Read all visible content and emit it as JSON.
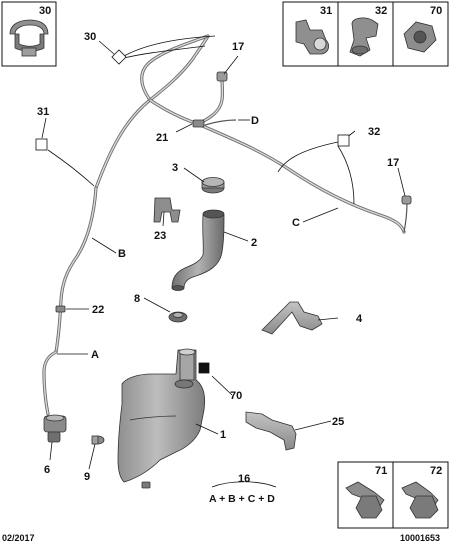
{
  "callouts": {
    "c30": "30",
    "c17a": "17",
    "cD": "D",
    "c21": "21",
    "c31": "31",
    "c32": "32",
    "c17b": "17",
    "c3": "3",
    "c2": "2",
    "cC": "C",
    "c23": "23",
    "cB": "B",
    "c8": "8",
    "c4": "4",
    "c22": "22",
    "cA": "A",
    "c70": "70",
    "c25": "25",
    "c1": "1",
    "c6": "6",
    "c9": "9",
    "c16": "16"
  },
  "insets": {
    "box30": "30",
    "box31": "31",
    "box32": "32",
    "box70": "70",
    "box71": "71",
    "box72": "72"
  },
  "formula": "A + B + C + D",
  "footer": {
    "date": "02/2017",
    "ref": "10001653"
  },
  "colors": {
    "part_fill": "#9a9a9a",
    "part_dark": "#6a6a6a",
    "line": "#111111"
  }
}
